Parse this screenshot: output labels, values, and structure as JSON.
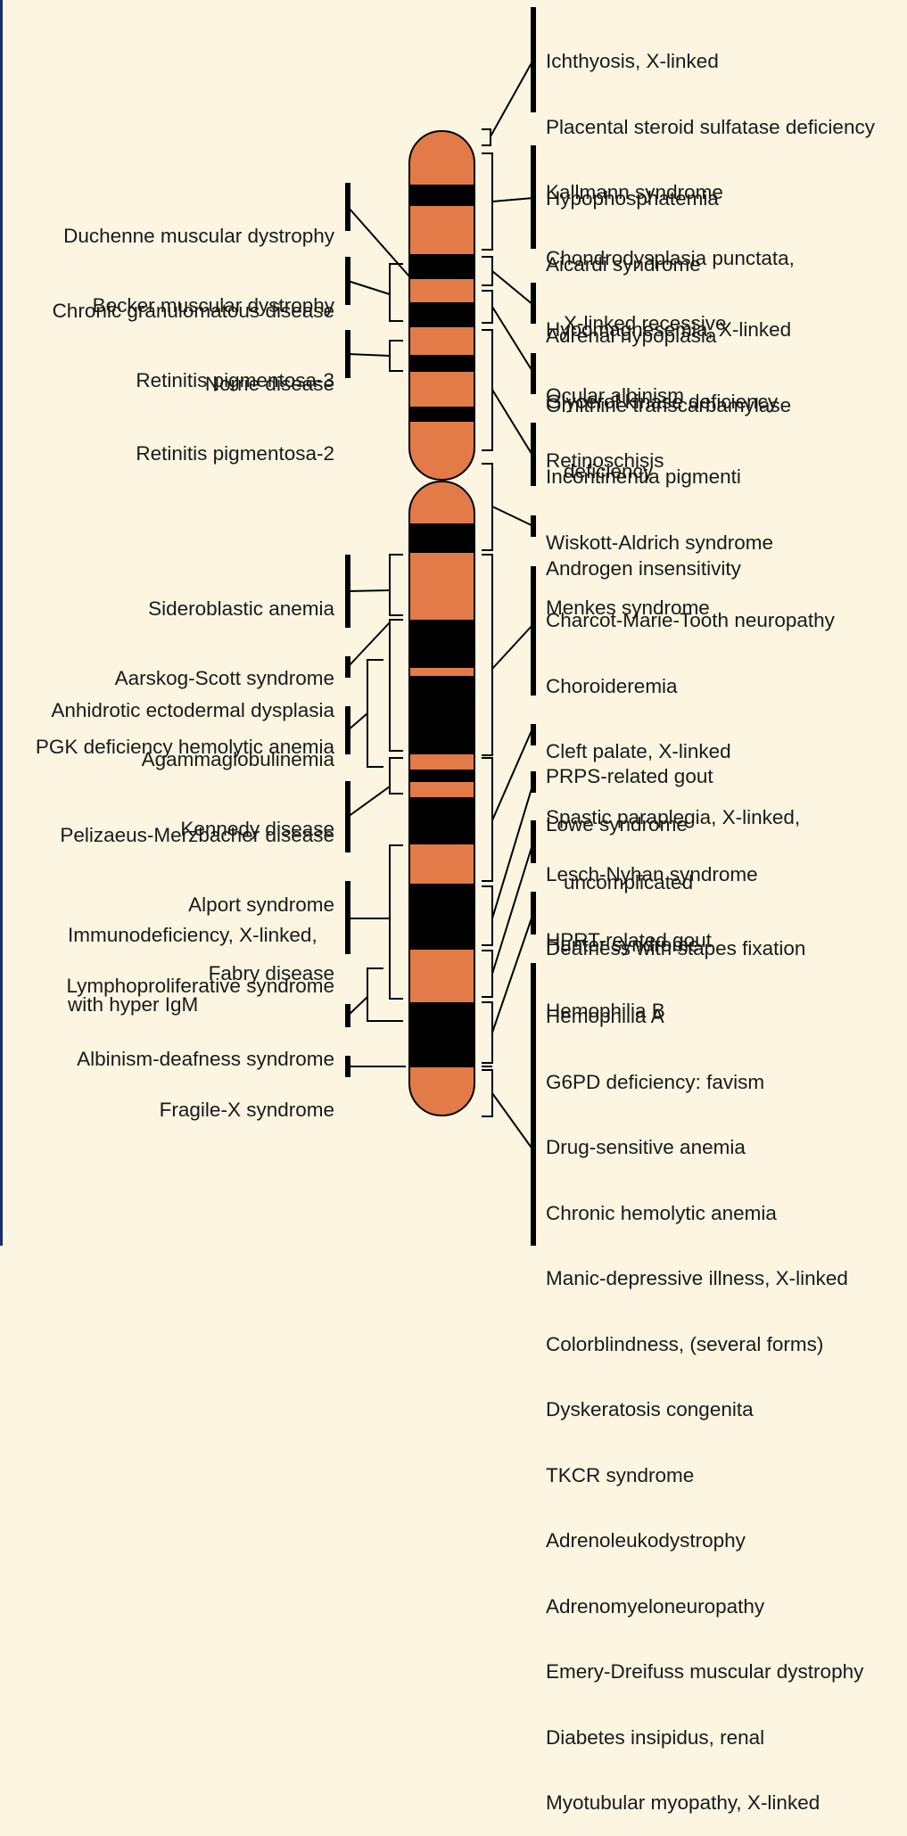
{
  "colors": {
    "background": "#fbf5e1",
    "band_light": "#e27b48",
    "band_dark": "#000000",
    "line": "#000000",
    "edge": "#1a2d6e"
  },
  "left_groups": [
    {
      "id": "dmd",
      "lines": [
        "Duchenne muscular dystrophy",
        "Becker muscular dystrophy"
      ]
    },
    {
      "id": "cgd",
      "lines": [
        "Chronic granulomatous disease",
        "Retinitis pigmentosa-3"
      ]
    },
    {
      "id": "norrie",
      "lines": [
        "Norrie disease",
        "Retinitis pigmentosa-2"
      ]
    },
    {
      "id": "sidero",
      "lines": [
        "Sideroblastic anemia",
        "Aarskog-Scott syndrome",
        "PGK deficiency hemolytic anemia"
      ]
    },
    {
      "id": "anhid",
      "lines": [
        "Anhidrotic ectodermal dysplasia"
      ]
    },
    {
      "id": "agamma",
      "lines": [
        "Agammaglobulinemia",
        "Kennedy disease"
      ]
    },
    {
      "id": "pmd",
      "lines": [
        "Pelizaeus-Merzbacher disease",
        "Alport syndrome",
        "Fabry disease"
      ]
    },
    {
      "id": "immuno",
      "lines": [
        "Immunodeficiency, X-linked,",
        "with hyper IgM",
        "Lymphoproliferative syndrome"
      ]
    },
    {
      "id": "albin",
      "lines": [
        "Albinism-deafness syndrome"
      ]
    },
    {
      "id": "fragile",
      "lines": [
        "Fragile-X syndrome"
      ]
    }
  ],
  "right_groups": [
    {
      "id": "ichthyosis",
      "lines": [
        "Ichthyosis, X-linked",
        "Placental steroid sulfatase deficiency",
        "Kallmann syndrome",
        "Chondrodysplasia punctata,",
        "X-linked recessive"
      ]
    },
    {
      "id": "hypophos",
      "lines": [
        "Hypophosphatemia",
        "Aicardi syndrome",
        "Hypomagnesemia, X-linked",
        "Ocular albinism",
        "Retinoschisis"
      ]
    },
    {
      "id": "adrenal",
      "lines": [
        "Adrenal hypoplasia",
        "Glycerol kinase deficiency"
      ]
    },
    {
      "id": "otc",
      "lines": [
        "Ornithine transcarbamylase",
        "deficiency"
      ]
    },
    {
      "id": "incont",
      "lines": [
        "Incontinentia pigmenti",
        "Wiskott-Aldrich syndrome",
        "Menkes syndrome"
      ]
    },
    {
      "id": "androgen",
      "lines": [
        "Androgen insensitivity"
      ]
    },
    {
      "id": "cmt",
      "lines": [
        "Charcot-Marie-Tooth neuropathy",
        "Choroideremia",
        "Cleft palate, X-linked",
        "Spastic paraplegia, X-linked,",
        "uncomplicated",
        "Deafness with stapes fixation"
      ]
    },
    {
      "id": "prps",
      "lines": [
        "PRPS-related gout"
      ]
    },
    {
      "id": "lowe",
      "lines": [
        "Lowe syndrome"
      ]
    },
    {
      "id": "lesch",
      "lines": [
        "Lesch-Nyhan syndrome",
        "HPRT-related gout"
      ]
    },
    {
      "id": "hunter",
      "lines": [
        "Hunter syndrome",
        "Hemophilia B"
      ]
    },
    {
      "id": "hemoA",
      "lines": [
        "Hemophilia A",
        "G6PD deficiency: favism",
        "Drug-sensitive anemia",
        "Chronic hemolytic anemia",
        "Manic-depressive illness, X-linked",
        "Colorblindness, (several forms)",
        "Dyskeratosis congenita",
        "TKCR syndrome",
        "Adrenoleukodystrophy",
        "Adrenomyeloneuropathy",
        "Emery-Dreifuss muscular dystrophy",
        "Diabetes insipidus, renal",
        "Myotubular myopathy, X-linked"
      ]
    }
  ]
}
